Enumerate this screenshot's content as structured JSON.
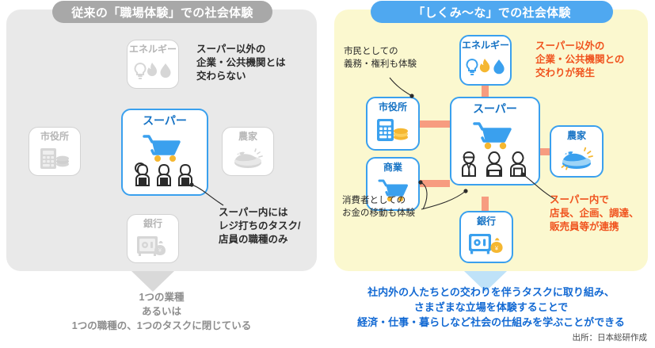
{
  "left_panel": {
    "title": "従来の「職場体験」での社会体験",
    "accent_color": "#a8a8a8",
    "background_color": "#e9e9e9",
    "nodes": [
      {
        "id": "energy",
        "label": "エネルギー",
        "icon": "energy-icon",
        "state": "dim"
      },
      {
        "id": "city-hall",
        "label": "市役所",
        "icon": "cityhall-icon",
        "state": "dim"
      },
      {
        "id": "supermarket",
        "label": "スーパー",
        "icon": "supermarket-icon",
        "state": "active"
      },
      {
        "id": "farm",
        "label": "農家",
        "icon": "farm-icon",
        "state": "dim"
      },
      {
        "id": "bank",
        "label": "銀行",
        "icon": "bank-icon",
        "state": "dim"
      }
    ],
    "callouts": [
      {
        "id": "no-exchange",
        "text": "スーパー以外の\n企業・公共機関とは\n交わらない",
        "style": "bold-dark"
      },
      {
        "id": "register-only",
        "text": "スーパー内には\nレジ打ちのタスク/\n店員の職種のみ",
        "style": "bold-dark"
      }
    ],
    "conclusion": "1つの業種\nあるいは\n1つの職種の、1つのタスクに閉じている",
    "conclusion_color": "#8d8d8d"
  },
  "right_panel": {
    "title": "「しくみ〜な」での社会体験",
    "accent_color": "#4fa8f0",
    "background_color": "#fbf8cf",
    "connector_color": "#f79c80",
    "nodes": [
      {
        "id": "energy",
        "label": "エネルギー",
        "icon": "energy-icon",
        "state": "active"
      },
      {
        "id": "city-hall",
        "label": "市役所",
        "icon": "cityhall-icon",
        "state": "active"
      },
      {
        "id": "commerce",
        "label": "商業",
        "icon": "commerce-icon",
        "state": "active"
      },
      {
        "id": "supermarket",
        "label": "スーパー",
        "icon": "supermarket-icon",
        "state": "active"
      },
      {
        "id": "farm",
        "label": "農家",
        "icon": "farm-icon",
        "state": "active"
      },
      {
        "id": "bank",
        "label": "銀行",
        "icon": "bank-icon",
        "state": "active"
      }
    ],
    "callouts": [
      {
        "id": "citizen-duty",
        "text": "市民としての\n義務・権利も体験",
        "style": "thin-dark"
      },
      {
        "id": "exchange-occurs",
        "text": "スーパー以外の\n企業・公共機関との\n交わりが発生",
        "style": "bold-orange"
      },
      {
        "id": "consumer-money",
        "text": "消費者としての\nお金の移動も体験",
        "style": "thin-dark"
      },
      {
        "id": "roles-cooperate",
        "text": "スーパー内で\n店長、企画、調達、\n販売員等が連携",
        "style": "bold-orange"
      }
    ],
    "conclusion": "社内外の人たちとの交わりを伴うタスクに取り組み、\nさまざまな立場を体験することで\n経済・仕事・暮らしなど社会の仕組みを学ぶことができる",
    "conclusion_color": "#1269d3"
  },
  "source": "出所：日本総研作成"
}
